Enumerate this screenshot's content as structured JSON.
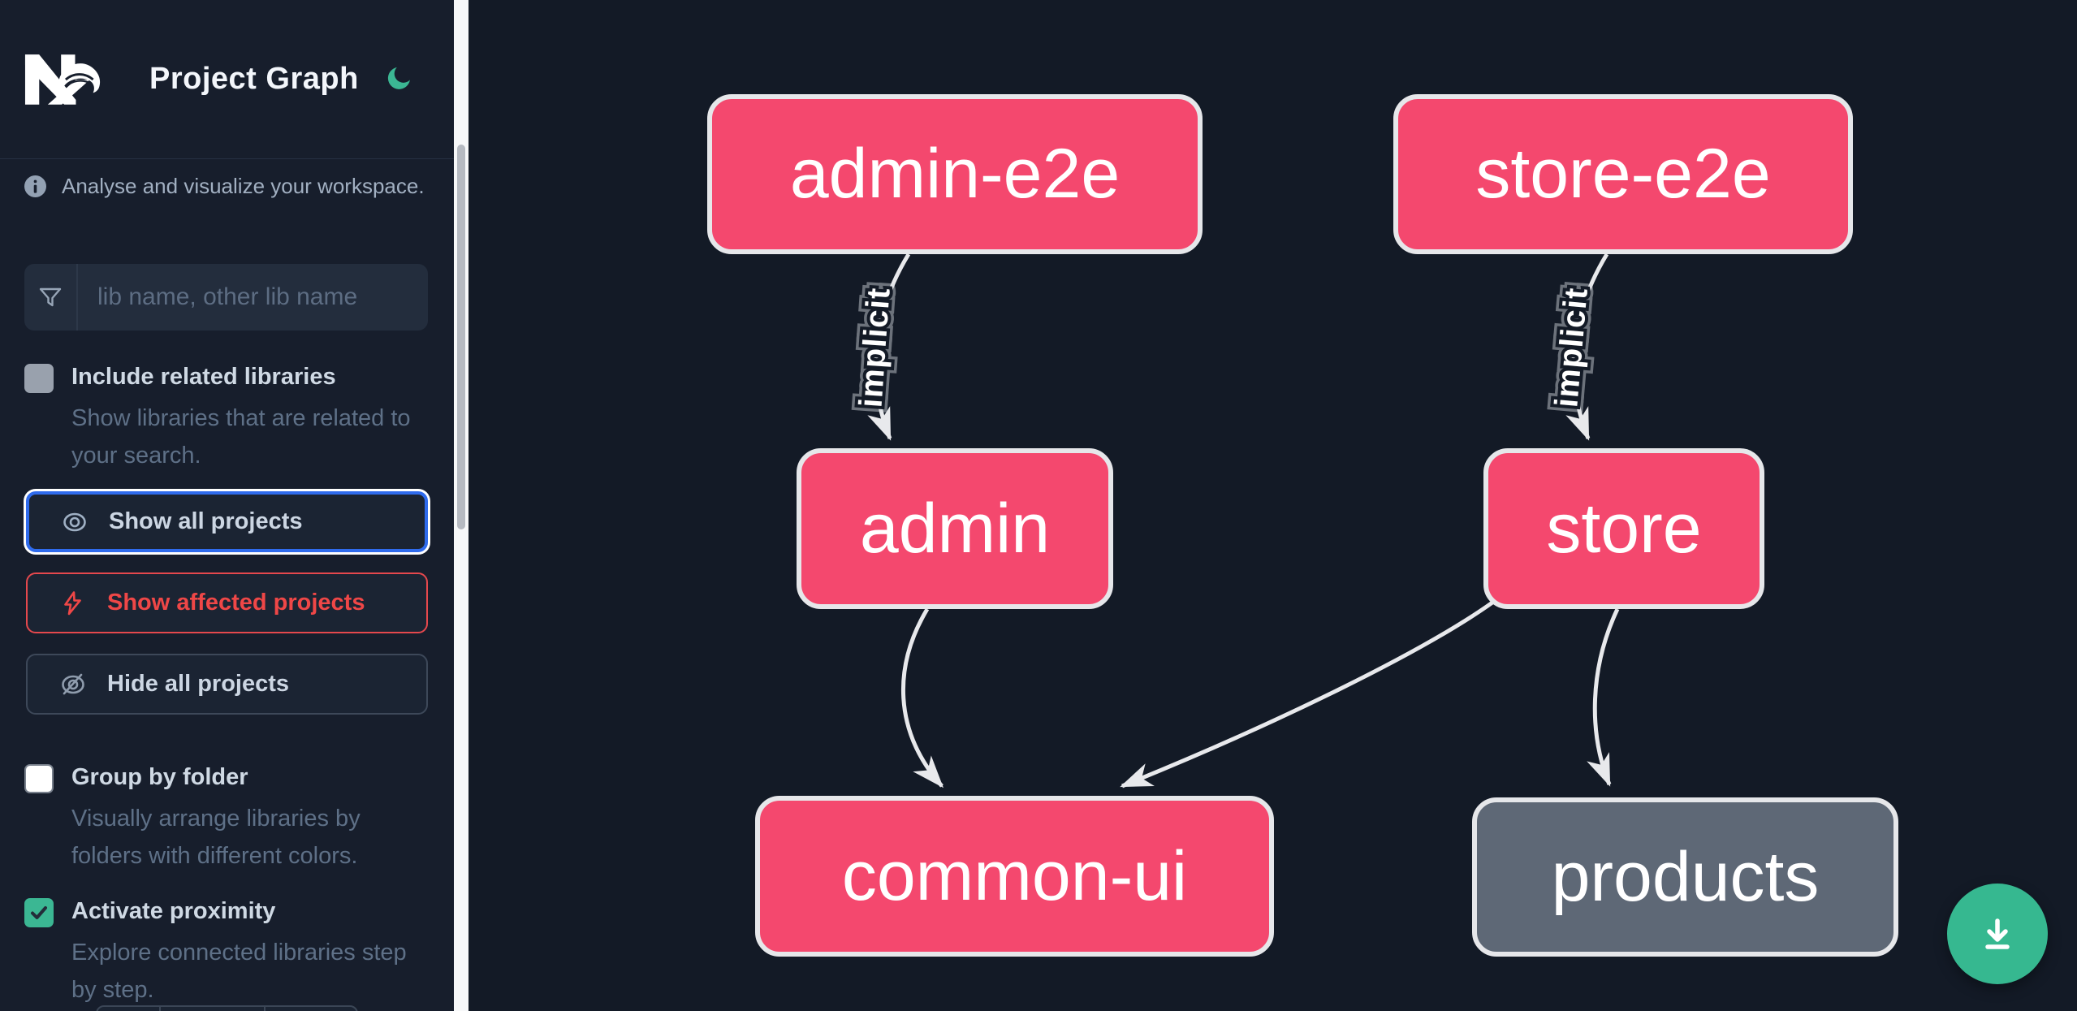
{
  "header": {
    "title": "Project Graph",
    "logo": "nx-logo",
    "theme_toggle": "moon-icon"
  },
  "sidebar": {
    "info_text": "Analyse and visualize your workspace.",
    "search": {
      "placeholder": "lib name, other lib name",
      "icon": "funnel-icon",
      "value": ""
    },
    "filters": {
      "include_related": {
        "label": "Include related libraries",
        "description": "Show libraries that are related to\nyour search.",
        "checked": false
      },
      "group_by_folder": {
        "label": "Group by folder",
        "description": "Visually arrange libraries by\nfolders with different colors.",
        "checked": false
      },
      "activate_proximity": {
        "label": "Activate proximity",
        "description": "Explore connected libraries step\nby step.",
        "checked": true
      }
    },
    "actions": {
      "show_all": {
        "label": "Show all projects",
        "icon": "eye-icon",
        "focused": true
      },
      "show_affected": {
        "label": "Show affected projects",
        "icon": "bolt-icon"
      },
      "hide_all": {
        "label": "Hide all projects",
        "icon": "eye-off-icon"
      }
    }
  },
  "graph": {
    "nodes": [
      {
        "id": "admin-e2e",
        "label": "admin-e2e",
        "color": "pink"
      },
      {
        "id": "store-e2e",
        "label": "store-e2e",
        "color": "pink"
      },
      {
        "id": "admin",
        "label": "admin",
        "color": "pink"
      },
      {
        "id": "store",
        "label": "store",
        "color": "pink"
      },
      {
        "id": "common-ui",
        "label": "common-ui",
        "color": "pink"
      },
      {
        "id": "products",
        "label": "products",
        "color": "gray"
      }
    ],
    "edges": [
      {
        "source": "admin-e2e",
        "target": "admin",
        "label": "implicit"
      },
      {
        "source": "store-e2e",
        "target": "store",
        "label": "implicit"
      },
      {
        "source": "admin",
        "target": "common-ui",
        "label": ""
      },
      {
        "source": "store",
        "target": "common-ui",
        "label": ""
      },
      {
        "source": "store",
        "target": "products",
        "label": ""
      }
    ]
  },
  "fab": {
    "icon": "download-icon"
  },
  "colors": {
    "canvas_bg": "#131a26",
    "sidebar_bg": "#171e2c",
    "node_pink": "#f4486e",
    "node_gray": "#5e6876",
    "edge_gray": "#e8e9ec",
    "accent_green": "#36b890",
    "focus_blue": "#2f6bed",
    "danger_red": "#ef4747"
  }
}
